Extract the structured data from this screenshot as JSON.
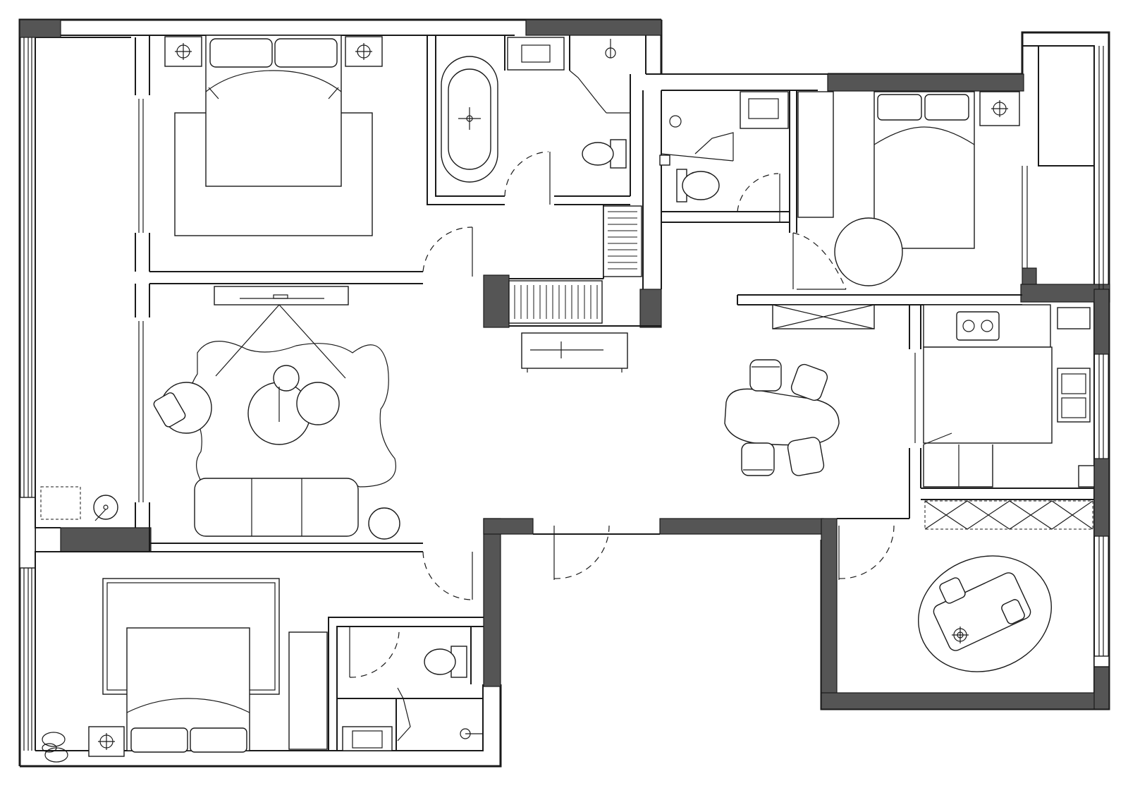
{
  "diagram": {
    "kind": "architectural floor plan",
    "colors": {
      "line": "#1a1a1a",
      "column": "#555555",
      "background": "#ffffff"
    },
    "rooms": [
      "balcony",
      "master-bedroom",
      "master-bathroom",
      "bedroom-2",
      "bathroom-2",
      "living-room",
      "dining-area",
      "kitchen",
      "study",
      "bedroom-3",
      "bathroom-3",
      "entry-hall"
    ],
    "furniture": [
      "double-bed",
      "sofa",
      "armchair",
      "coffee-table",
      "side-table",
      "tv-console",
      "dining-table",
      "dining-chair",
      "bathtub",
      "toilet",
      "washbasin",
      "shower",
      "wardrobe",
      "stove",
      "kitchen-sink",
      "desk",
      "desk-chair",
      "plant",
      "rug",
      "bedside-lamp"
    ],
    "text_labels": []
  }
}
